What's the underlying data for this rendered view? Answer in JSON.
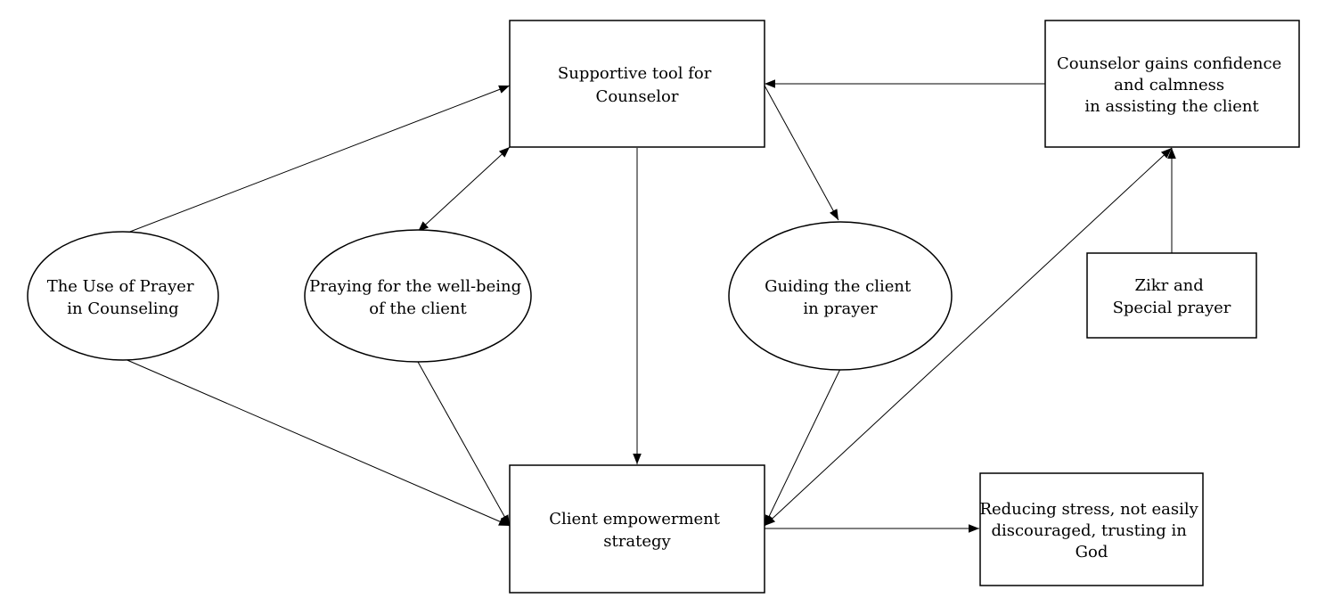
{
  "diagram": {
    "colors": {
      "stroke": "#000000",
      "fill": "#ffffff",
      "text": "#000000"
    },
    "nodes": {
      "supportive_tool": {
        "lines": [
          "Supportive tool for",
          "Counselor"
        ]
      },
      "counselor_gains": {
        "lines": [
          "Counselor gains confidence",
          "and calmness",
          "in assisting the client"
        ]
      },
      "use_of_prayer": {
        "lines": [
          "The Use of Prayer",
          "in Counseling"
        ]
      },
      "praying_wellbeing": {
        "lines": [
          "Praying for the well-being",
          "of the client"
        ]
      },
      "guiding_client": {
        "lines": [
          "Guiding the client",
          "in prayer"
        ]
      },
      "zikr": {
        "lines": [
          "Zikr and",
          "Special prayer"
        ]
      },
      "client_empowerment": {
        "lines": [
          "Client empowerment",
          "strategy"
        ]
      },
      "reducing_stress": {
        "lines": [
          "Reducing stress, not easily",
          "discouraged, trusting in",
          "God"
        ]
      }
    }
  }
}
